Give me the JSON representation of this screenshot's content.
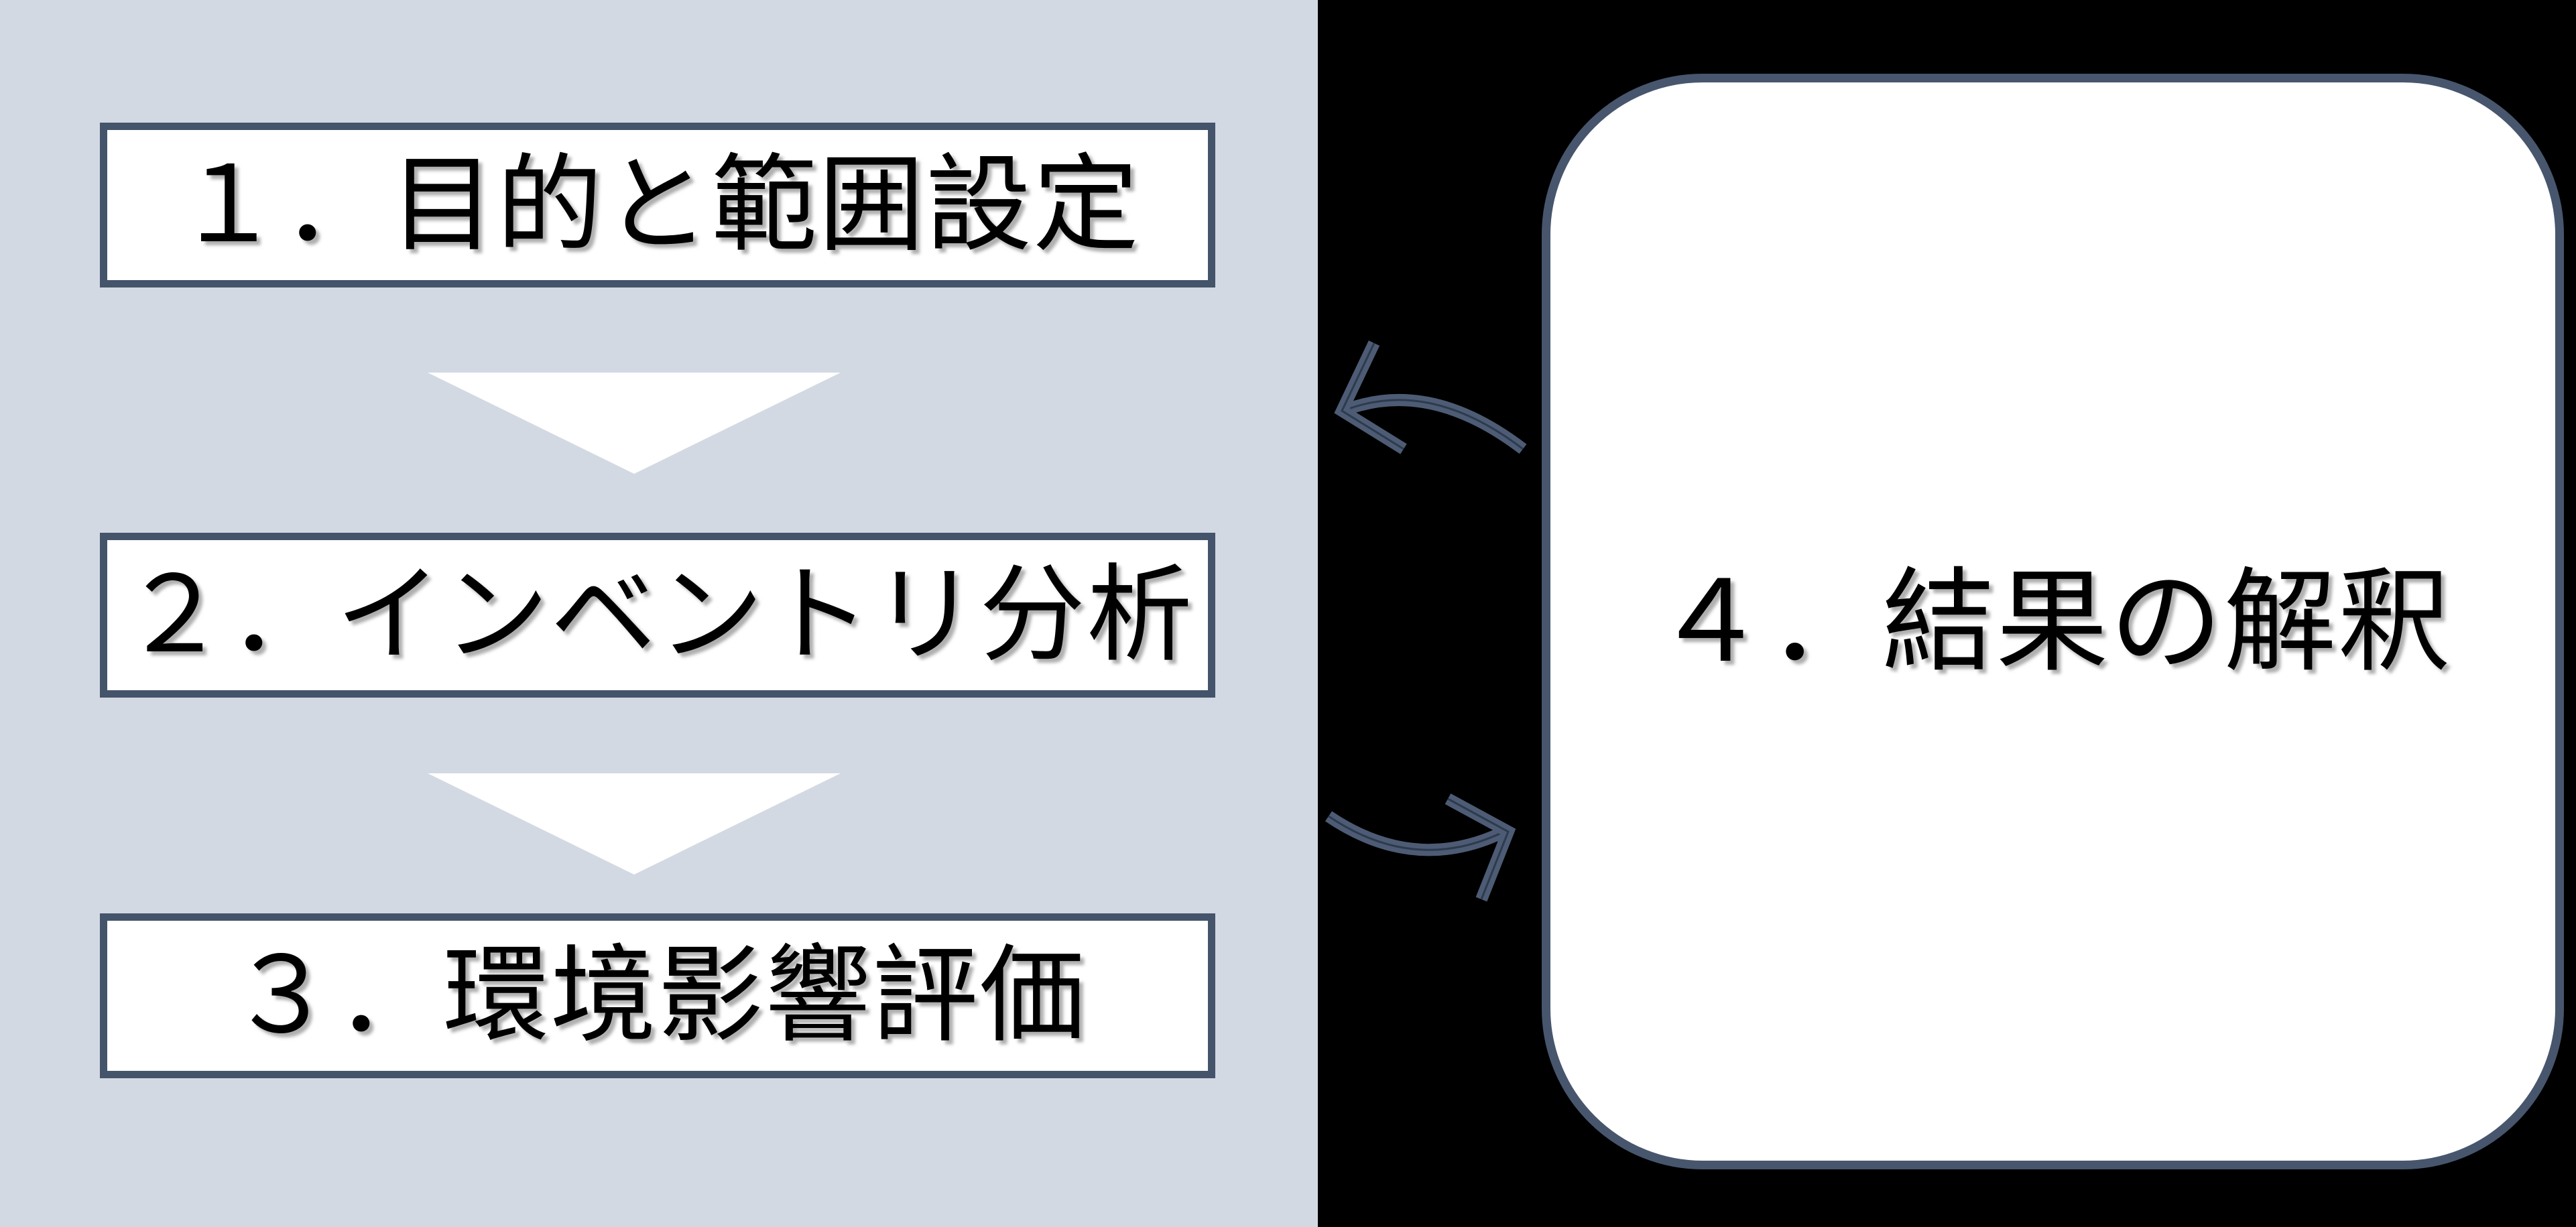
{
  "diagram": {
    "steps": [
      {
        "id": "1",
        "label": "１．目的と範囲設定"
      },
      {
        "id": "2",
        "label": "２．インベントリ分析"
      },
      {
        "id": "3",
        "label": "３．環境影響評価"
      },
      {
        "id": "4",
        "label": "４．結果の解釈"
      }
    ],
    "icons": {
      "flow_down_arrow": "white-downward-triangle",
      "feedback_arrow_top": "curved-arrow-pointing-upper-left",
      "feedback_arrow_bottom": "curved-arrow-pointing-right"
    },
    "colors": {
      "page_bg": "#d3d9e3",
      "panel_bg": "#000000",
      "box_fill": "#ffffff",
      "box_border": "#44546a",
      "round_border": "#47566d",
      "arrow_stroke": "#4d5c74",
      "arrow_core": "#2e3a4e",
      "text_color": "#000000"
    }
  }
}
